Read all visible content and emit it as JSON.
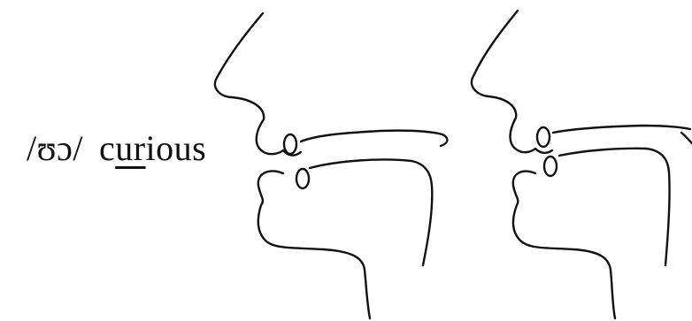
{
  "vowel": {
    "ipa": "/ʊɔ/",
    "word_prefix": "c",
    "word_underlined": "ur",
    "word_suffix": "ious"
  },
  "diagrams": [
    {
      "stage": "start"
    },
    {
      "stage": "end"
    }
  ]
}
